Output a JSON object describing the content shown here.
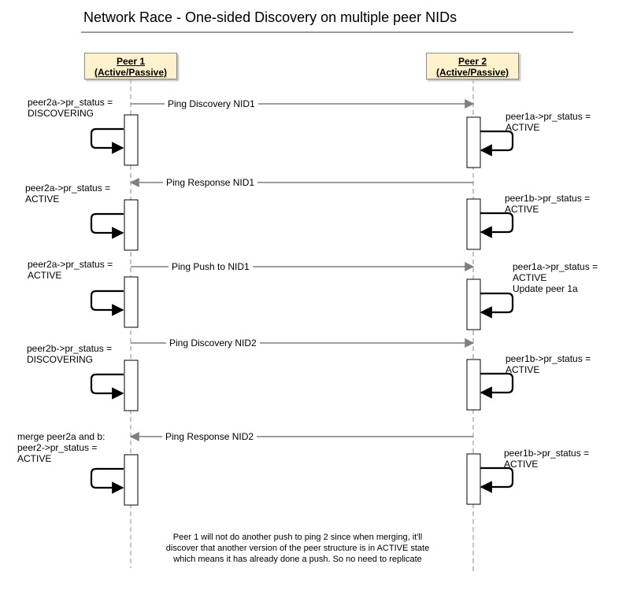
{
  "title": "Network Race - One-sided Discovery on multiple peer NIDs",
  "actors": [
    {
      "name": "Peer 1",
      "role": "(Active/Passive)"
    },
    {
      "name": "Peer 2",
      "role": "(Active/Passive)"
    }
  ],
  "steps": [
    {
      "message": "Ping Discovery NID1",
      "direction": "right",
      "left_note": "peer2a->pr_status =\nDISCOVERING",
      "right_note": "peer1a->pr_status =\nACTIVE"
    },
    {
      "message": "Ping Response NID1",
      "direction": "left",
      "left_note": "peer2a->pr_status =\nACTIVE",
      "right_note": "peer1b->pr_status =\nACTIVE"
    },
    {
      "message": "Ping Push to NID1",
      "direction": "right",
      "left_note": "peer2a->pr_status =\nACTIVE",
      "right_note": "peer1a->pr_status =\nACTIVE\nUpdate peer 1a"
    },
    {
      "message": "Ping Discovery NID2",
      "direction": "right",
      "left_note": "peer2b->pr_status =\nDISCOVERING",
      "right_note": "peer1b->pr_status =\nACTIVE"
    },
    {
      "message": "Ping Response NID2",
      "direction": "left",
      "left_note": "merge peer2a and b:\npeer2->pr_status =\nACTIVE",
      "right_note": "peer1b->pr_status =\nACTIVE"
    }
  ],
  "footer_note": "Peer 1 will not do another push to ping 2 since when merging, it'll discover that another version of the peer structure is in ACTIVE state which means it has already done a push. So no need to replicate",
  "colors": {
    "actor_fill": "#fff2cc",
    "message_line": "#7f7f7f",
    "lifeline": "#888888"
  }
}
